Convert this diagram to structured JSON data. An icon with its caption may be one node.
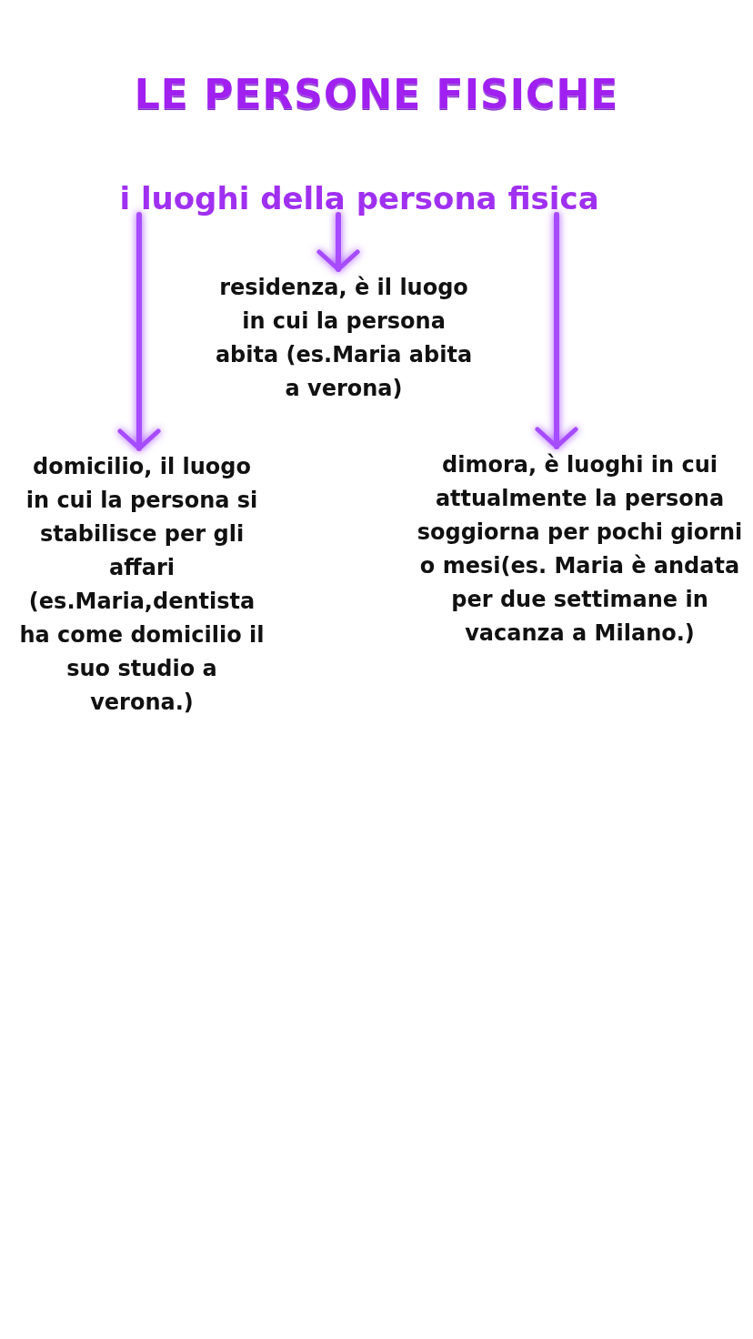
{
  "diagram": {
    "title": "LE PERSONE FISICHE",
    "nodes": [
      {
        "text": [
          "i luoghi della persona fisica"
        ]
      },
      {
        "text": [
          "domicilio, il luogo in cui la persona si stabilisce per gli affari (es.Maria,dentista ha come domicilio il suo studio a verona.)"
        ]
      },
      {
        "text": [
          "residenza, è il luogo in cui la persona abita (es.Maria abita a verona)"
        ]
      },
      {
        "text": [
          "dimora, è luoghi in cui attualmente la persona soggiorna per pochi giorni o mesi(es. Maria è andata per due settimane in vacanza a Milano.)"
        ]
      }
    ],
    "edges": [
      {
        "from": 0,
        "to": 1,
        "arrow": "to"
      },
      {
        "from": 0,
        "to": 2,
        "arrow": "to"
      },
      {
        "from": 0,
        "to": 3,
        "arrow": "to"
      }
    ]
  }
}
